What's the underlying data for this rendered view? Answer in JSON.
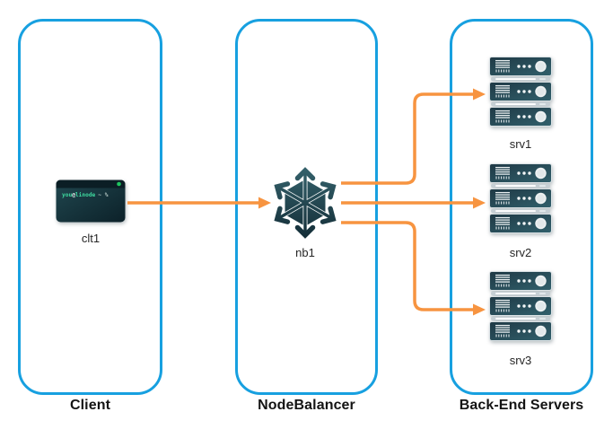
{
  "panels": [
    {
      "label": "Client",
      "nodes": [
        {
          "label": "clt1",
          "icon": "terminal-icon"
        }
      ]
    },
    {
      "label": "NodeBalancer",
      "nodes": [
        {
          "label": "nb1",
          "icon": "nodebalancer-icon"
        }
      ]
    },
    {
      "label": "Back-End Servers",
      "nodes": [
        {
          "label": "srv1",
          "icon": "server-stack-icon"
        },
        {
          "label": "srv2",
          "icon": "server-stack-icon"
        },
        {
          "label": "srv3",
          "icon": "server-stack-icon"
        }
      ]
    }
  ],
  "terminal": {
    "user": "you",
    "at": "@",
    "host": "linode",
    "path": "~ %"
  },
  "connections": [
    {
      "from": "clt1",
      "to": "nb1"
    },
    {
      "from": "nb1",
      "to": "srv1"
    },
    {
      "from": "nb1",
      "to": "srv2"
    },
    {
      "from": "nb1",
      "to": "srv3"
    }
  ],
  "colors": {
    "panel_border": "#17a0e0",
    "arrow": "#f79440",
    "icon_dark": "#22434d",
    "terminal_green": "#3edba0",
    "label_text": "#141414"
  }
}
